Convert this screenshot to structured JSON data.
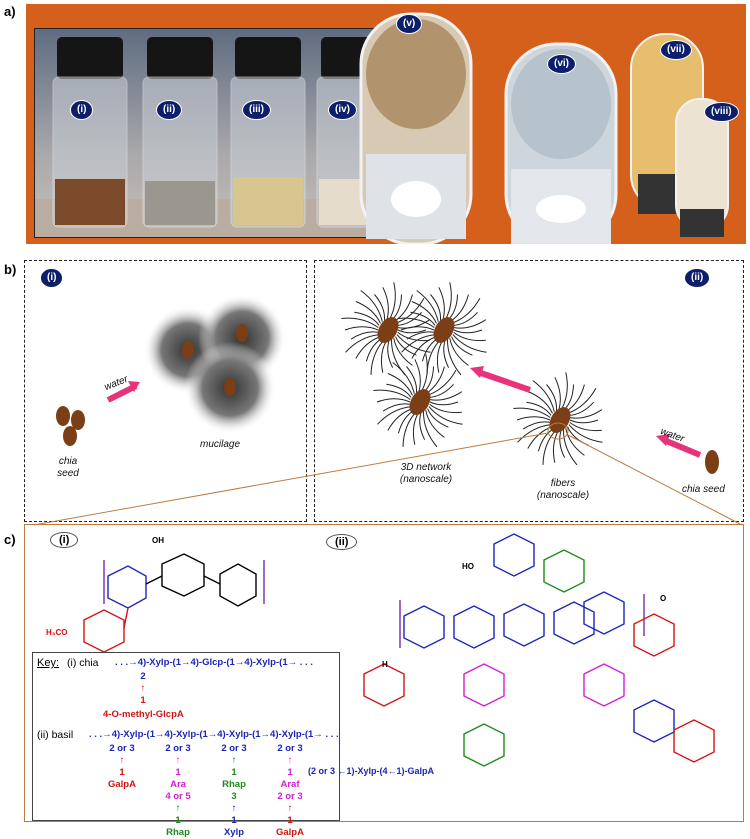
{
  "panel_a": {
    "letter": "a)",
    "vials": [
      "(i)",
      "(ii)",
      "(iii)",
      "(iv)"
    ],
    "tubes": [
      "(v)",
      "(vi)",
      "(vii)",
      "(viii)"
    ]
  },
  "panel_b": {
    "letter": "b)",
    "left_badge": "(i)",
    "right_badge": "(ii)",
    "water_left": "water",
    "water_right": "water",
    "chia_seed_left_1": "chia",
    "chia_seed_left_2": "seed",
    "mucilage": "mucilage",
    "network_1": "3D network",
    "network_2": "(nanoscale)",
    "fibers_1": "fibers",
    "fibers_2": "(nanoscale)",
    "chia_seed_right": "chia seed"
  },
  "panel_c": {
    "letter": "c)",
    "badge_i": "(i)",
    "badge_ii": "(ii)",
    "key_label": "Key:",
    "chia_label": "(i) chia",
    "chia_chain": ". . .→4)-Xylp-(1→4)-Glcp-(1→4)-Xylp-(1→ . . .",
    "chia_branch_pos": "2",
    "chia_branch_sugar": "4-O-methyl-GlcpA",
    "basil_label": "(ii) basil",
    "basil_chain": ". . .→4)-Xylp-(1→4)-Xylp-(1→4)-Xylp-(1→4)-Xylp-(1→ . . .",
    "basil_cols": [
      {
        "pos": "2 or 3",
        "sugar1": "GalpA",
        "link": "",
        "sugar2": ""
      },
      {
        "pos": "2 or 3",
        "sugar1": "Ara",
        "link": "4 or 5",
        "sugar2": "Rhap"
      },
      {
        "pos": "2 or 3",
        "sugar1": "Rhap",
        "link": "3",
        "sugar2": "Xylp"
      },
      {
        "pos": "2 or 3",
        "sugar1": "Araf",
        "link": "2 or 3",
        "sugar2": "GalpA"
      }
    ],
    "basil_side": "(2 or 3 ←1)-Xylp-(4←1)-GalpA",
    "chem_labels": {
      "oh": "OH",
      "ho": "HO",
      "h": "H",
      "h3co": "H₃CO",
      "o": "O"
    }
  }
}
